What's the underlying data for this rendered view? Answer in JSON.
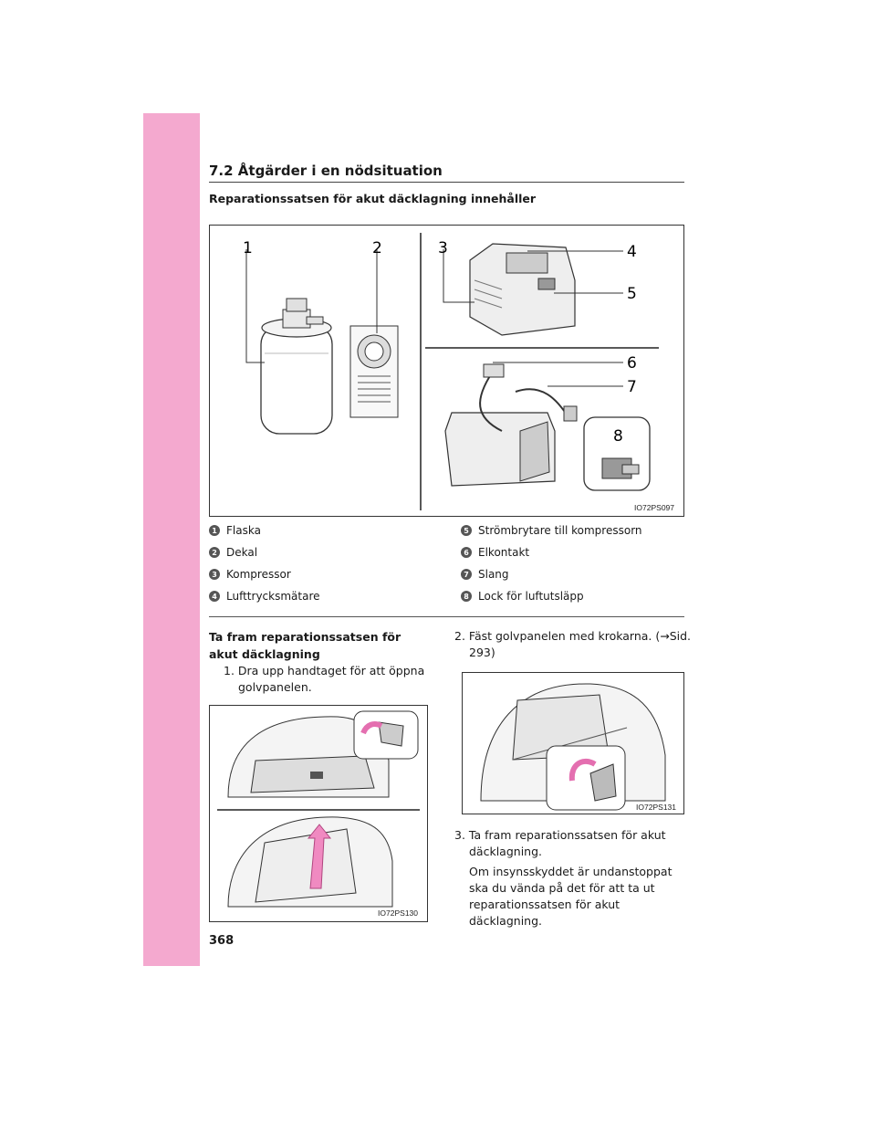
{
  "header": {
    "section_title": "7.2  Åtgärder i en nödsituation"
  },
  "kit": {
    "subtitle": "Reparationssatsen för akut däcklagning innehåller",
    "figure_code": "IO72PS097",
    "callouts": [
      "1",
      "2",
      "3",
      "4",
      "5",
      "6",
      "7",
      "8"
    ],
    "legend": [
      {
        "num": "1",
        "label": "Flaska"
      },
      {
        "num": "2",
        "label": "Dekal"
      },
      {
        "num": "3",
        "label": "Kompressor"
      },
      {
        "num": "4",
        "label": "Lufttrycksmätare"
      },
      {
        "num": "5",
        "label": "Strömbrytare till kompressorn"
      },
      {
        "num": "6",
        "label": "Elkontakt"
      },
      {
        "num": "7",
        "label": "Slang"
      },
      {
        "num": "8",
        "label": "Lock för luftutsläpp"
      }
    ]
  },
  "takeout": {
    "heading": "Ta fram reparationssatsen för akut däcklagning",
    "step1": "1. Dra upp handtaget för att öppna golvpanelen.",
    "fig1_code": "IO72PS130",
    "step2": "2. Fäst golvpanelen med krokarna. (→Sid. 293)",
    "fig2_code": "IO72PS131",
    "step3_title": "3. Ta fram reparationssatsen för akut däcklagning.",
    "step3_body": "Om insynsskyddet är undanstoppat ska du vända på det för att ta ut reparationssatsen för akut däcklagning."
  },
  "footer": {
    "page_number": "368"
  }
}
